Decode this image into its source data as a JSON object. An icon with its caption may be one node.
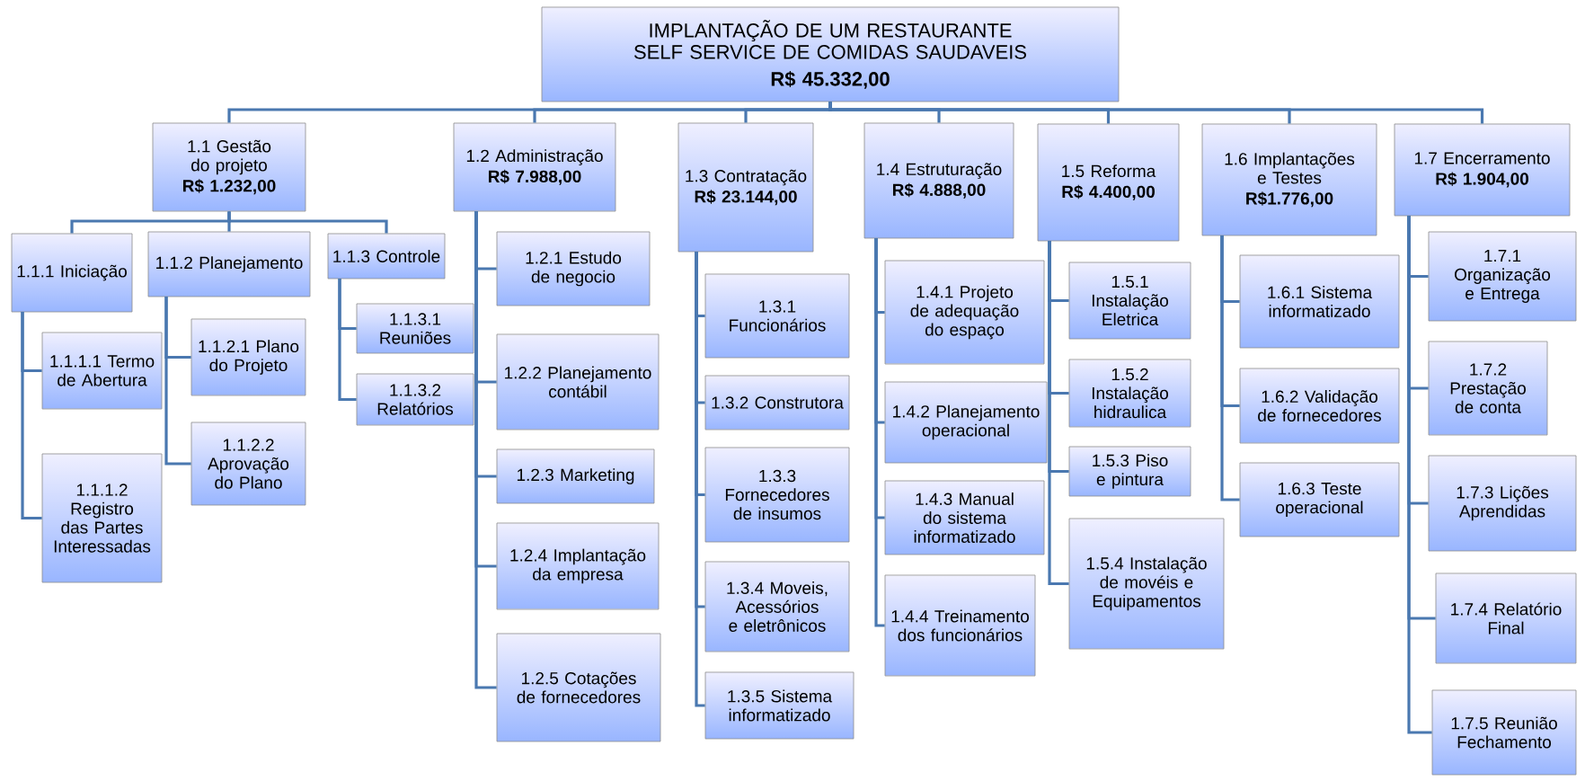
{
  "diagram": {
    "nodes": [
      {
        "text": [
          "IMPLANTAÇÃO DE UM RESTAURANTE SELF SERVICE DE COMIDAS SAUDAVEIS",
          "R$ 45.332,00"
        ]
      },
      {
        "text": [
          "1.1 Gestão do projeto",
          "R$ 1.232,00"
        ]
      },
      {
        "text": [
          "1.1.1 Iniciação"
        ]
      },
      {
        "text": [
          "1.1.1.1 Termo de Abertura"
        ]
      },
      {
        "text": [
          "1.1.1.2 Registro das Partes Interessadas"
        ]
      },
      {
        "text": [
          "1.1.2 Planejamento"
        ]
      },
      {
        "text": [
          "1.1.2.1 Plano do Projeto"
        ]
      },
      {
        "text": [
          "1.1.2.2 Aprovação do Plano"
        ]
      },
      {
        "text": [
          "1.1.3 Controle"
        ]
      },
      {
        "text": [
          "1.1.3.1 Reuniões"
        ]
      },
      {
        "text": [
          "1.1.3.2 Relatórios"
        ]
      },
      {
        "text": [
          "1.2 Administração",
          "R$ 7.988,00"
        ]
      },
      {
        "text": [
          "1.2.1 Estudo de negocio"
        ]
      },
      {
        "text": [
          "1.2.2 Planejamento contábil"
        ]
      },
      {
        "text": [
          "1.2.3 Marketing"
        ]
      },
      {
        "text": [
          "1.2.4 Implantação da empresa"
        ]
      },
      {
        "text": [
          "1.2.5 Cotações de fornecedores"
        ]
      },
      {
        "text": [
          "1.3 Contratação",
          "R$ 23.144,00"
        ]
      },
      {
        "text": [
          "1.3.1 Funcionários"
        ]
      },
      {
        "text": [
          "1.3.2 Construtora"
        ]
      },
      {
        "text": [
          "1.3.3 Fornecedores de insumos"
        ]
      },
      {
        "text": [
          "1.3.4 Moveis, Acessórios e eletrônicos"
        ]
      },
      {
        "text": [
          "1.3.5 Sistema informatizado"
        ]
      },
      {
        "text": [
          "1.4 Estruturação",
          "R$ 4.888,00"
        ]
      },
      {
        "text": [
          "1.4.1 Projeto de adequação do espaço"
        ]
      },
      {
        "text": [
          "1.4.2 Planejamento operacional"
        ]
      },
      {
        "text": [
          "1.4.3 Manual do sistema informatizado"
        ]
      },
      {
        "text": [
          "1.4.4 Treinamento dos funcionários"
        ]
      },
      {
        "text": [
          "1.5 Reforma",
          "R$ 4.400,00"
        ]
      },
      {
        "text": [
          "1.5.1 Instalação Eletrica"
        ]
      },
      {
        "text": [
          "1.5.2 Instalação hidraulica"
        ]
      },
      {
        "text": [
          "1.5.3 Piso e pintura"
        ]
      },
      {
        "text": [
          "1.5.4 Instalação de movéis e Equipamentos"
        ]
      },
      {
        "text": [
          "1.6 Implantações e Testes",
          "R$1.776,00"
        ]
      },
      {
        "text": [
          "1.6.1 Sistema informatizado"
        ]
      },
      {
        "text": [
          "1.6.2 Validação de fornecedores"
        ]
      },
      {
        "text": [
          "1.6.3 Teste operacional"
        ]
      },
      {
        "text": [
          "1.7 Encerramento",
          "R$ 1.904,00"
        ]
      },
      {
        "text": [
          "1.7.1 Organização e Entrega"
        ]
      },
      {
        "text": [
          "1.7.2 Prestação de conta"
        ]
      },
      {
        "text": [
          "1.7.3 Lições Aprendidas"
        ]
      },
      {
        "text": [
          "1.7.4 Relatório Final"
        ]
      },
      {
        "text": [
          "1.7.5 Reunião Fechamento"
        ]
      }
    ],
    "edges": [
      {
        "from": 0,
        "to": 1,
        "arrow": "none"
      },
      {
        "from": 0,
        "to": 11,
        "arrow": "none"
      },
      {
        "from": 0,
        "to": 17,
        "arrow": "none"
      },
      {
        "from": 0,
        "to": 23,
        "arrow": "none"
      },
      {
        "from": 0,
        "to": 28,
        "arrow": "none"
      },
      {
        "from": 0,
        "to": 33,
        "arrow": "none"
      },
      {
        "from": 0,
        "to": 37,
        "arrow": "none"
      },
      {
        "from": 1,
        "to": 2,
        "arrow": "none"
      },
      {
        "from": 1,
        "to": 5,
        "arrow": "none"
      },
      {
        "from": 1,
        "to": 8,
        "arrow": "none"
      },
      {
        "from": 2,
        "to": 3,
        "arrow": "none"
      },
      {
        "from": 2,
        "to": 4,
        "arrow": "none"
      },
      {
        "from": 5,
        "to": 6,
        "arrow": "none"
      },
      {
        "from": 5,
        "to": 7,
        "arrow": "none"
      },
      {
        "from": 8,
        "to": 9,
        "arrow": "none"
      },
      {
        "from": 8,
        "to": 10,
        "arrow": "none"
      },
      {
        "from": 11,
        "to": 12,
        "arrow": "none"
      },
      {
        "from": 11,
        "to": 13,
        "arrow": "none"
      },
      {
        "from": 11,
        "to": 14,
        "arrow": "none"
      },
      {
        "from": 11,
        "to": 15,
        "arrow": "none"
      },
      {
        "from": 11,
        "to": 16,
        "arrow": "none"
      },
      {
        "from": 17,
        "to": 18,
        "arrow": "none"
      },
      {
        "from": 17,
        "to": 19,
        "arrow": "none"
      },
      {
        "from": 17,
        "to": 20,
        "arrow": "none"
      },
      {
        "from": 17,
        "to": 21,
        "arrow": "none"
      },
      {
        "from": 17,
        "to": 22,
        "arrow": "none"
      },
      {
        "from": 23,
        "to": 24,
        "arrow": "none"
      },
      {
        "from": 23,
        "to": 25,
        "arrow": "none"
      },
      {
        "from": 23,
        "to": 26,
        "arrow": "none"
      },
      {
        "from": 23,
        "to": 27,
        "arrow": "none"
      },
      {
        "from": 28,
        "to": 29,
        "arrow": "none"
      },
      {
        "from": 28,
        "to": 30,
        "arrow": "none"
      },
      {
        "from": 28,
        "to": 31,
        "arrow": "none"
      },
      {
        "from": 28,
        "to": 32,
        "arrow": "none"
      },
      {
        "from": 33,
        "to": 34,
        "arrow": "none"
      },
      {
        "from": 33,
        "to": 35,
        "arrow": "none"
      },
      {
        "from": 33,
        "to": 36,
        "arrow": "none"
      },
      {
        "from": 37,
        "to": 38,
        "arrow": "none"
      },
      {
        "from": 37,
        "to": 39,
        "arrow": "none"
      },
      {
        "from": 37,
        "to": 40,
        "arrow": "none"
      },
      {
        "from": 37,
        "to": 41,
        "arrow": "none"
      },
      {
        "from": 37,
        "to": 42,
        "arrow": "none"
      }
    ]
  }
}
